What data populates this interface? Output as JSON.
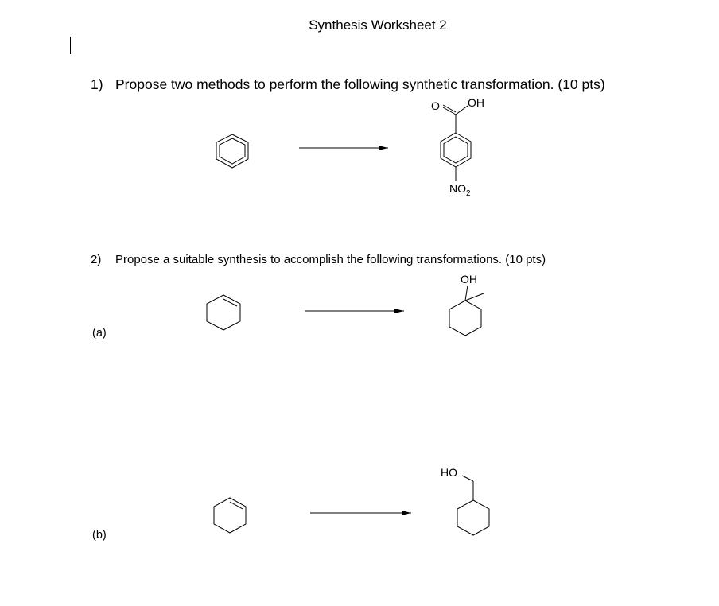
{
  "title": "Synthesis Worksheet 2",
  "questions": [
    {
      "number": "1)",
      "text": "Propose two methods to perform the following synthetic transformation. (10 pts)"
    },
    {
      "number": "2)",
      "text": "Propose a suitable synthesis to accomplish the following transformations. (10 pts)"
    }
  ],
  "parts": [
    {
      "label": "(a)"
    },
    {
      "label": "(b)"
    }
  ],
  "structure_labels": {
    "q1_product_oxygen": "O",
    "q1_product_hydroxyl": "OH",
    "q1_product_nitro_main": "NO",
    "q1_product_nitro_sub": "2",
    "q2a_product_hydroxyl": "OH",
    "q2b_product_hydroxyl": "HO"
  }
}
